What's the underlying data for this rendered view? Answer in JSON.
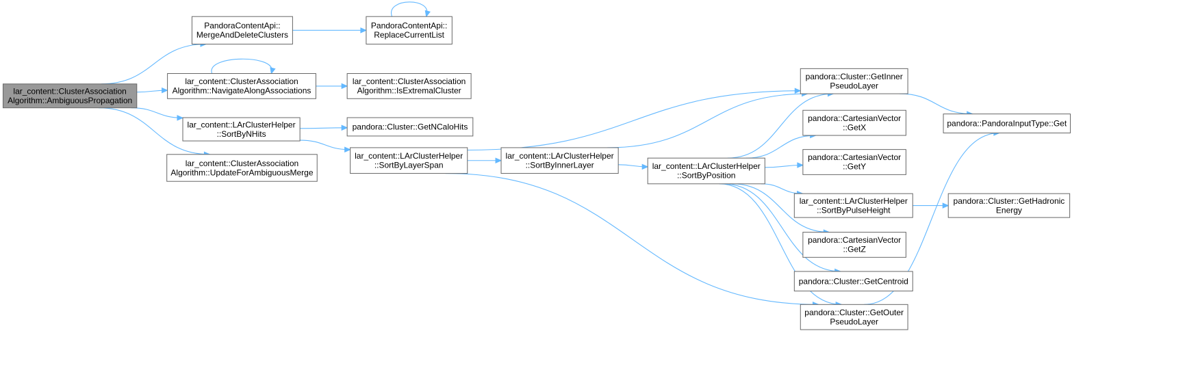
{
  "graph": {
    "nodes": [
      {
        "id": "root",
        "lines": [
          "lar_content::ClusterAssociation",
          "Algorithm::AmbiguousPropagation"
        ],
        "root": true
      },
      {
        "id": "mergeDelete",
        "lines": [
          "PandoraContentApi::",
          "MergeAndDeleteClusters"
        ]
      },
      {
        "id": "replaceList",
        "lines": [
          "PandoraContentApi::",
          "ReplaceCurrentList"
        ]
      },
      {
        "id": "navigate",
        "lines": [
          "lar_content::ClusterAssociation",
          "Algorithm::NavigateAlongAssociations"
        ]
      },
      {
        "id": "isExtremal",
        "lines": [
          "lar_content::ClusterAssociation",
          "Algorithm::IsExtremalCluster"
        ]
      },
      {
        "id": "sortByNHits",
        "lines": [
          "lar_content::LArClusterHelper",
          "::SortByNHits"
        ]
      },
      {
        "id": "getNCaloHits",
        "lines": [
          "pandora::Cluster::GetNCaloHits"
        ]
      },
      {
        "id": "updateAmbig",
        "lines": [
          "lar_content::ClusterAssociation",
          "Algorithm::UpdateForAmbiguousMerge"
        ]
      },
      {
        "id": "sortByLayerSpan",
        "lines": [
          "lar_content::LArClusterHelper",
          "::SortByLayerSpan"
        ]
      },
      {
        "id": "sortByInnerLayer",
        "lines": [
          "lar_content::LArClusterHelper",
          "::SortByInnerLayer"
        ]
      },
      {
        "id": "sortByPosition",
        "lines": [
          "lar_content::LArClusterHelper",
          "::SortByPosition"
        ]
      },
      {
        "id": "getInner",
        "lines": [
          "pandora::Cluster::GetInner",
          "PseudoLayer"
        ]
      },
      {
        "id": "getX",
        "lines": [
          "pandora::CartesianVector",
          "::GetX"
        ]
      },
      {
        "id": "getY",
        "lines": [
          "pandora::CartesianVector",
          "::GetY"
        ]
      },
      {
        "id": "sortByPulse",
        "lines": [
          "lar_content::LArClusterHelper",
          "::SortByPulseHeight"
        ]
      },
      {
        "id": "getZ",
        "lines": [
          "pandora::CartesianVector",
          "::GetZ"
        ]
      },
      {
        "id": "getCentroid",
        "lines": [
          "pandora::Cluster::GetCentroid"
        ]
      },
      {
        "id": "getOuter",
        "lines": [
          "pandora::Cluster::GetOuter",
          "PseudoLayer"
        ]
      },
      {
        "id": "inputGet",
        "lines": [
          "pandora::PandoraInputType::Get"
        ]
      },
      {
        "id": "hadronic",
        "lines": [
          "pandora::Cluster::GetHadronic",
          "Energy"
        ]
      }
    ],
    "edges": [
      {
        "from": "root",
        "to": "mergeDelete"
      },
      {
        "from": "root",
        "to": "navigate"
      },
      {
        "from": "root",
        "to": "sortByNHits"
      },
      {
        "from": "root",
        "to": "updateAmbig"
      },
      {
        "from": "mergeDelete",
        "to": "replaceList"
      },
      {
        "from": "replaceList",
        "to": "replaceList"
      },
      {
        "from": "navigate",
        "to": "navigate"
      },
      {
        "from": "navigate",
        "to": "isExtremal"
      },
      {
        "from": "sortByNHits",
        "to": "getNCaloHits"
      },
      {
        "from": "sortByNHits",
        "to": "sortByLayerSpan"
      },
      {
        "from": "sortByLayerSpan",
        "to": "sortByInnerLayer"
      },
      {
        "from": "sortByLayerSpan",
        "to": "getInner"
      },
      {
        "from": "sortByLayerSpan",
        "to": "getOuter"
      },
      {
        "from": "sortByInnerLayer",
        "to": "getInner"
      },
      {
        "from": "sortByInnerLayer",
        "to": "sortByPosition"
      },
      {
        "from": "sortByPosition",
        "to": "getInner"
      },
      {
        "from": "sortByPosition",
        "to": "getX"
      },
      {
        "from": "sortByPosition",
        "to": "getY"
      },
      {
        "from": "sortByPosition",
        "to": "sortByPulse"
      },
      {
        "from": "sortByPosition",
        "to": "getZ"
      },
      {
        "from": "sortByPosition",
        "to": "getCentroid"
      },
      {
        "from": "sortByPosition",
        "to": "getOuter"
      },
      {
        "from": "getInner",
        "to": "inputGet"
      },
      {
        "from": "getOuter",
        "to": "inputGet"
      },
      {
        "from": "sortByPulse",
        "to": "hadronic"
      }
    ]
  }
}
